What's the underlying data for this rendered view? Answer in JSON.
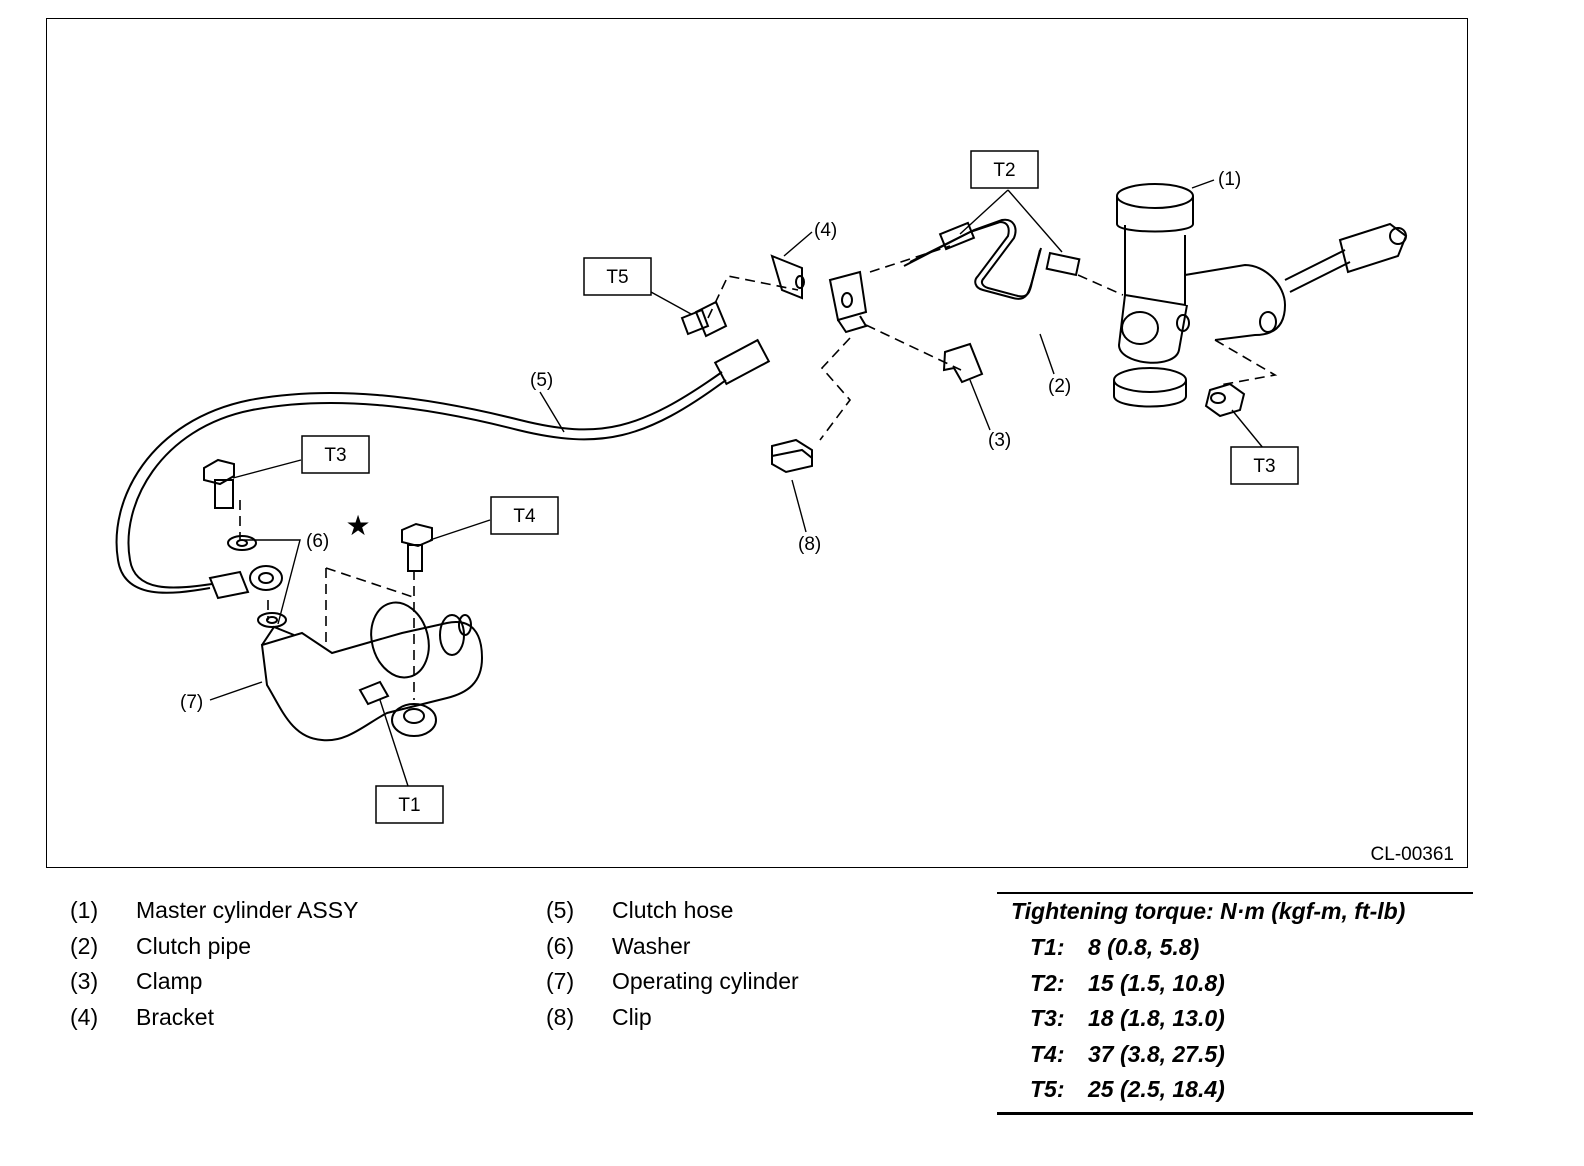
{
  "figure": {
    "code": "CL-00361",
    "callouts": [
      "(1)",
      "(2)",
      "(3)",
      "(4)",
      "(5)",
      "(6)",
      "(7)",
      "(8)"
    ],
    "torque_boxes": [
      "T1",
      "T2",
      "T3",
      "T3",
      "T4",
      "T5"
    ],
    "star_symbol": "★"
  },
  "legend": {
    "items": [
      {
        "num": "(1)",
        "label": "Master cylinder ASSY"
      },
      {
        "num": "(2)",
        "label": "Clutch pipe"
      },
      {
        "num": "(3)",
        "label": "Clamp"
      },
      {
        "num": "(4)",
        "label": "Bracket"
      },
      {
        "num": "(5)",
        "label": "Clutch hose"
      },
      {
        "num": "(6)",
        "label": "Washer"
      },
      {
        "num": "(7)",
        "label": "Operating cylinder"
      },
      {
        "num": "(8)",
        "label": "Clip"
      }
    ]
  },
  "torque": {
    "title": "Tightening torque: N·m (kgf-m, ft-lb)",
    "rows": [
      {
        "code": "T1:",
        "value": "8 (0.8, 5.8)"
      },
      {
        "code": "T2:",
        "value": "15 (1.5, 10.8)"
      },
      {
        "code": "T3:",
        "value": "18 (1.8, 13.0)"
      },
      {
        "code": "T4:",
        "value": "37 (3.8, 27.5)"
      },
      {
        "code": "T5:",
        "value": "25 (2.5, 18.4)"
      }
    ]
  }
}
